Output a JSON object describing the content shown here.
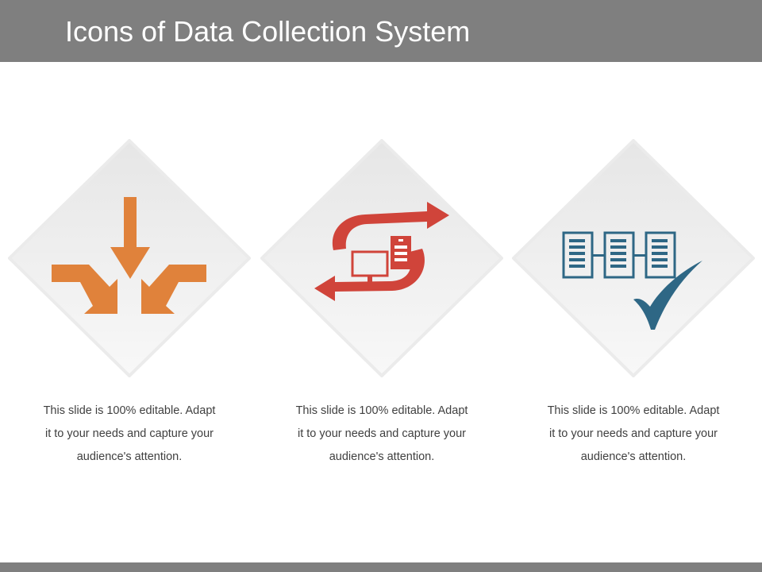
{
  "slide": {
    "title": "Icons of Data Collection System"
  },
  "cards": [
    {
      "icon": "converging-arrows-icon",
      "icon_color": "#e0823b",
      "caption": "This slide is 100% editable. Adapt it to your needs and capture your audience's attention."
    },
    {
      "icon": "data-sync-computer-icon",
      "icon_color": "#d0443a",
      "caption": "This slide is 100% editable. Adapt it to your needs and capture your audience's attention."
    },
    {
      "icon": "linked-documents-checkmark-icon",
      "icon_color": "#2e6785",
      "caption": "This slide is 100% editable. Adapt it to your needs and capture your audience's attention."
    }
  ],
  "colors": {
    "header_bar": "#7f7f7f",
    "diamond_fill_light": "#f6f6f6",
    "diamond_fill_dark": "#e4e4e4",
    "diamond_border": "#ececec",
    "caption_text": "#404040"
  }
}
